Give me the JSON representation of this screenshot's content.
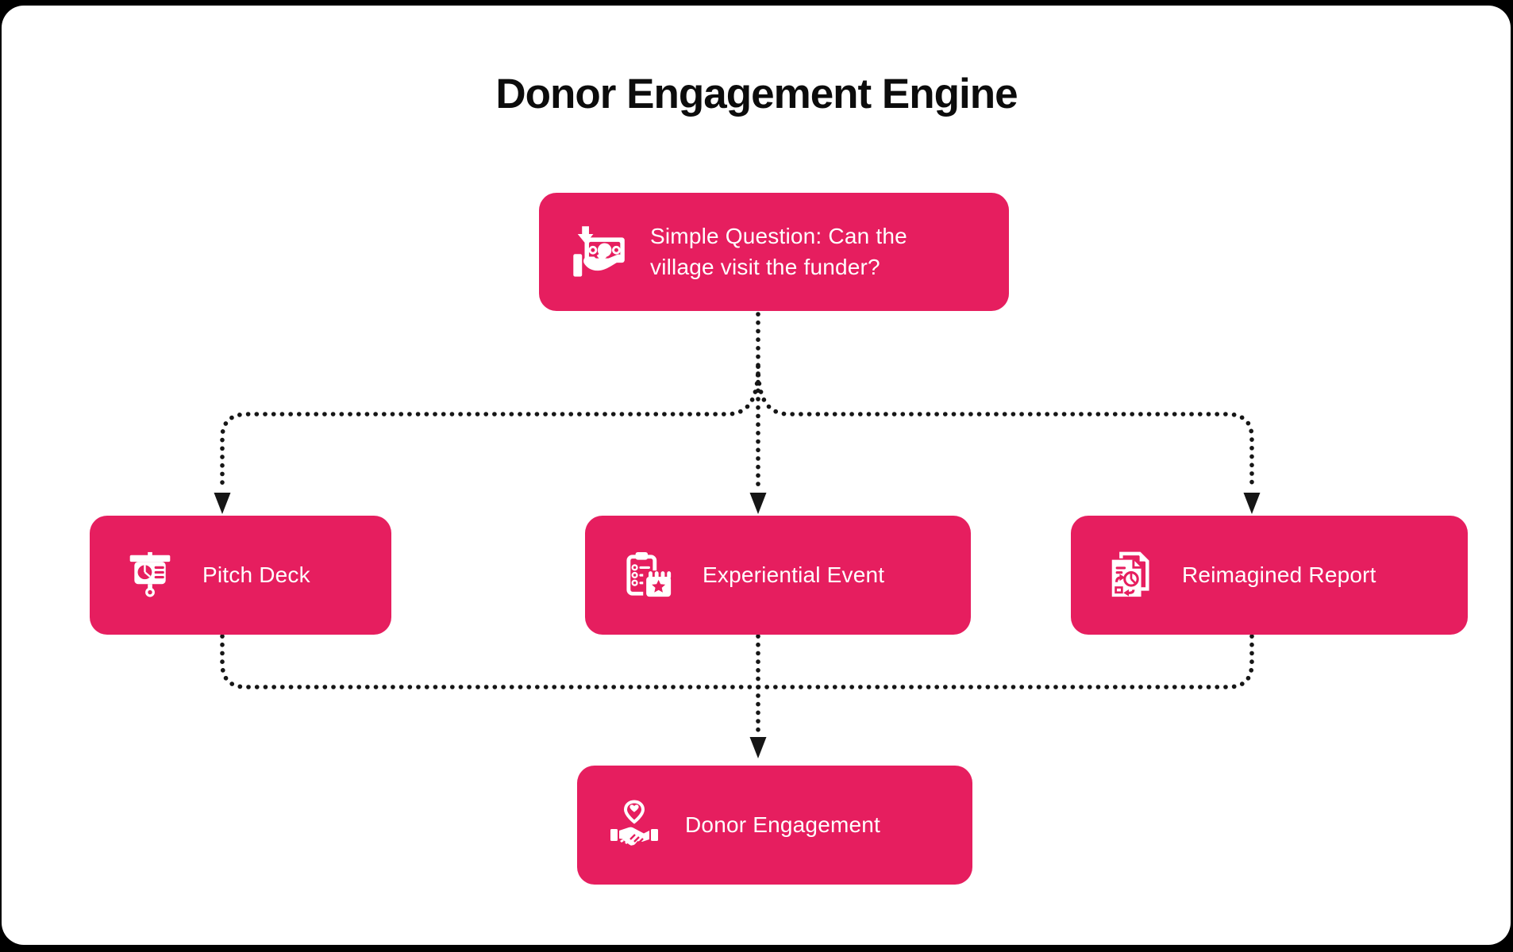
{
  "title": "Donor Engagement Engine",
  "colors": {
    "page_background": "#000000",
    "card_background": "#FFFFFF",
    "node_fill": "#E61E5F",
    "node_text": "#FFFFFF",
    "connector": "#161616",
    "title_text": "#0C0C0C"
  },
  "connector_style": "dotted-with-arrowheads",
  "nodes": {
    "question": {
      "label": "Simple Question: Can the village visit the funder?",
      "icon": "donation-hand-icon"
    },
    "pitch": {
      "label": "Pitch Deck",
      "icon": "pitch-deck-icon"
    },
    "event": {
      "label": "Experiential Event",
      "icon": "event-calendar-icon"
    },
    "report": {
      "label": "Reimagined Report",
      "icon": "report-refresh-icon"
    },
    "donor": {
      "label": "Donor Engagement",
      "icon": "handshake-heart-icon"
    }
  },
  "flow": [
    "question -> pitch",
    "question -> event",
    "question -> report",
    "pitch -> donor",
    "event -> donor",
    "report -> donor"
  ]
}
